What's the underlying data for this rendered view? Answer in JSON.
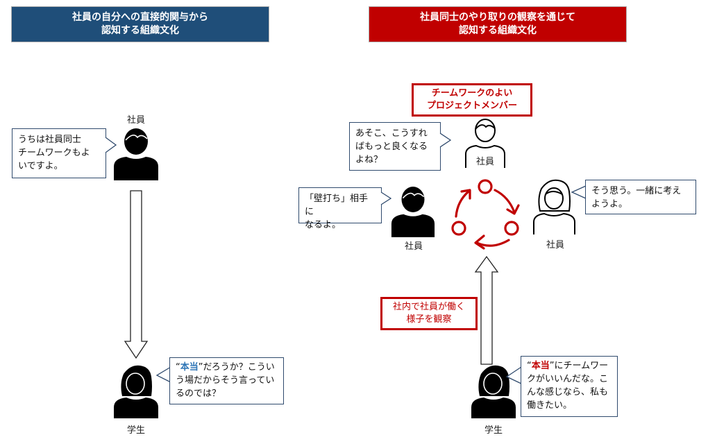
{
  "headers": {
    "left": {
      "line1": "社員の自分への直接的関与から",
      "line2": "認知する組織文化",
      "color": "#1f4e79"
    },
    "right": {
      "line1": "社員同士のやり取りの観察を通じて",
      "line2": "認知する組織文化",
      "color": "#c00000"
    }
  },
  "left_panel": {
    "employee": {
      "label": "社員",
      "icon": "person-male-filled-icon",
      "speech": [
        "うちは社員同士",
        "チームワークもよ",
        "いですよ。"
      ]
    },
    "arrow": {
      "direction": "down",
      "icon": "arrow-down-outline-icon"
    },
    "student": {
      "label": "学生",
      "icon": "person-female-filled-icon",
      "speech": {
        "quote_open": "“",
        "highlight": "本当",
        "quote_close": "”",
        "line1_rest": "だろうか？こうい",
        "line2": "う場だからそう言ってい",
        "line3": "るのでは？",
        "highlight_color": "#2e75b6"
      }
    }
  },
  "right_panel": {
    "team_label": {
      "line1": "チームワークのよい",
      "line2": "プロジェクトメンバー"
    },
    "members": [
      {
        "label": "社員",
        "icon": "person-male-outline-icon",
        "speech": [
          "あそこ、こうすれ",
          "ばもっと良くなる",
          "よね？"
        ]
      },
      {
        "label": "社員",
        "icon": "person-male-filled-icon",
        "speech": [
          "「壁打ち」相手に",
          "なるよ。"
        ]
      },
      {
        "label": "社員",
        "icon": "person-female-outline-icon",
        "speech": [
          "そう思う。一緒に考え",
          "ようよ。"
        ]
      }
    ],
    "cycle": {
      "icon": "cycle-arrows-icon",
      "color": "#c00000"
    },
    "observe_label": {
      "line1": "社内で社員が働く",
      "line2": "様子を観察"
    },
    "arrow": {
      "direction": "up",
      "icon": "arrow-up-outline-icon"
    },
    "student": {
      "label": "学生",
      "icon": "person-female-filled-icon",
      "speech": {
        "quote_open": "“",
        "highlight": "本当",
        "quote_close": "”",
        "line1_rest": "にチームワー",
        "line2": "クがいいんだな。こ",
        "line3": "んな感じなら、私も",
        "line4": "働きたい。",
        "highlight_color": "#c00000"
      }
    }
  }
}
